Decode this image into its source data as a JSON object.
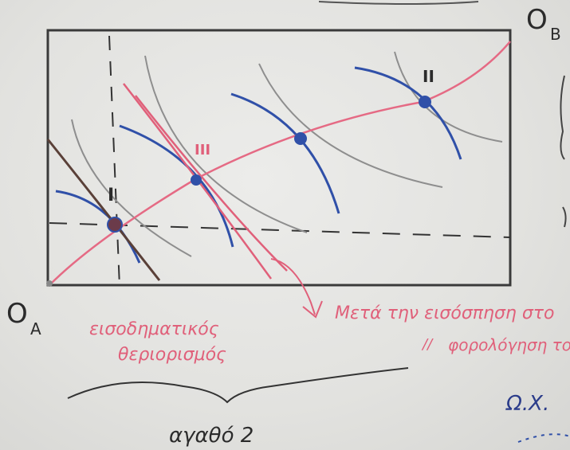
{
  "origins": {
    "a": "O",
    "a_sub": "A",
    "b": "O",
    "b_sub": "B"
  },
  "point_labels": {
    "p1": "I",
    "p2": "III",
    "p3": "II"
  },
  "notes": {
    "red_left_line1": "εισοδηματικός",
    "red_left_line2": "θεριορισμός",
    "red_right_line1": "Μετά την εισόσπηση στο",
    "red_right_line2": "φορολόγηση το",
    "red_right_mark": "//",
    "axis_good": "αγαθό 2",
    "right_note": "Ω.Χ."
  },
  "colors": {
    "ink": "#2b2b2b",
    "red": "#e0607a",
    "blue": "#3050a8",
    "gray": "#8a8a8a",
    "contract_curve": "#e56a84"
  }
}
